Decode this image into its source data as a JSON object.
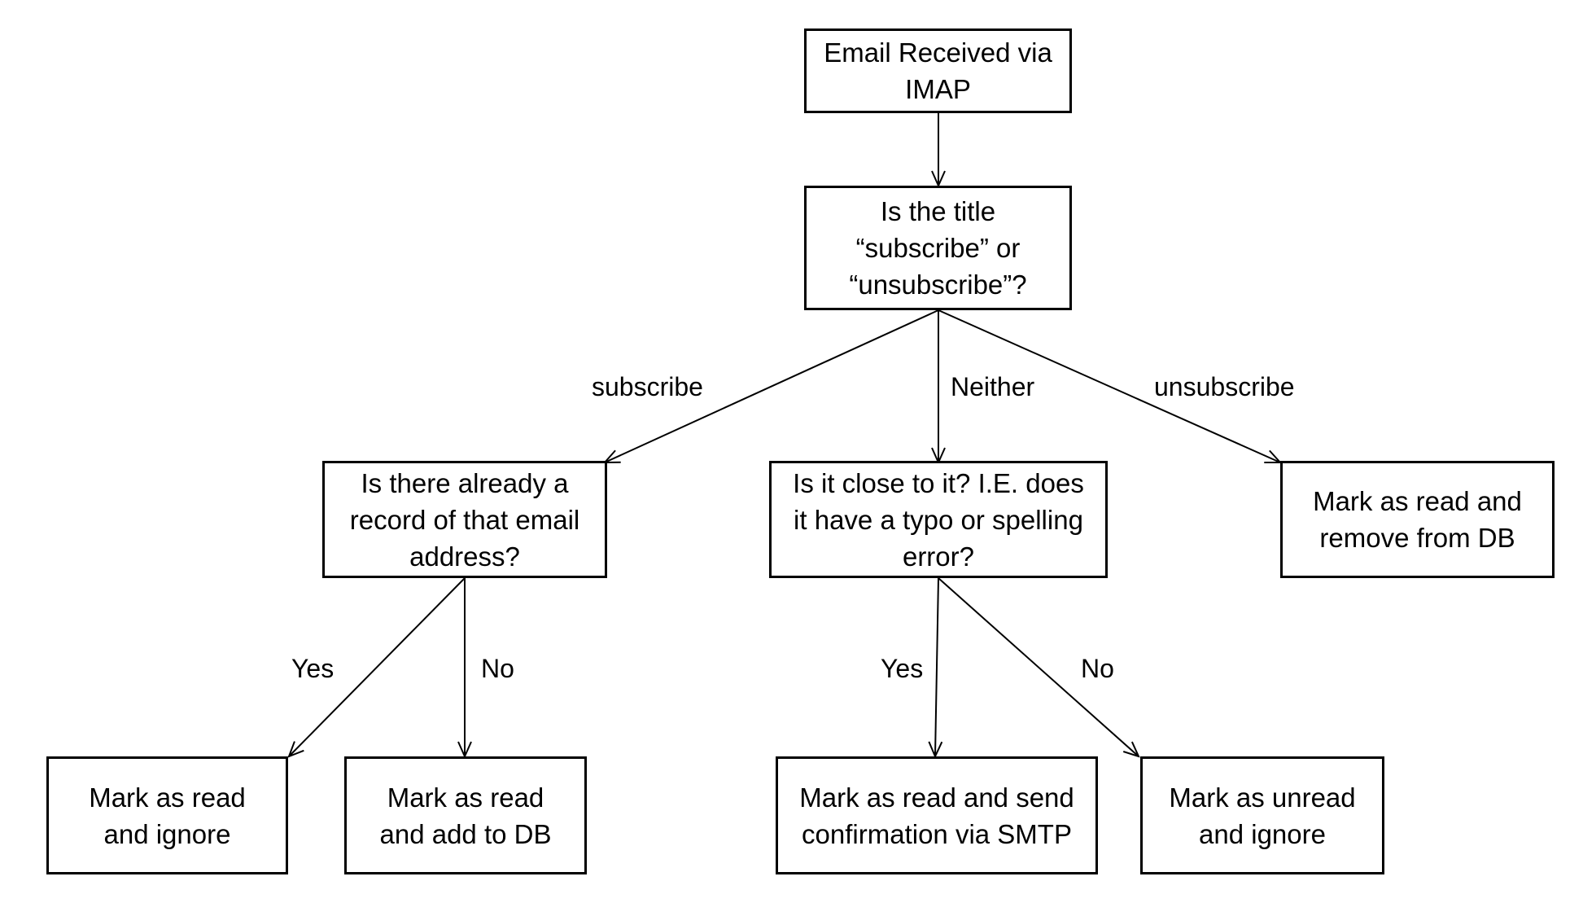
{
  "nodes": {
    "start": "Email Received via\nIMAP",
    "title_check": "Is the title\n“subscribe” or\n“unsubscribe”?",
    "record_check": "Is there already a\nrecord of that email\naddress?",
    "typo_check": "Is it close to it? I.E. does\nit have a typo or spelling\nerror?",
    "remove": "Mark as read and\nremove from DB",
    "read_ignore": "Mark as read\nand ignore",
    "add_db": "Mark as read\nand add to DB",
    "send_confirm": "Mark as read and send\nconfirmation via SMTP",
    "unread_ignore": "Mark as unread\nand ignore"
  },
  "edges": {
    "subscribe": "subscribe",
    "neither": "Neither",
    "unsubscribe": "unsubscribe",
    "record_yes": "Yes",
    "record_no": "No",
    "typo_yes": "Yes",
    "typo_no": "No"
  }
}
